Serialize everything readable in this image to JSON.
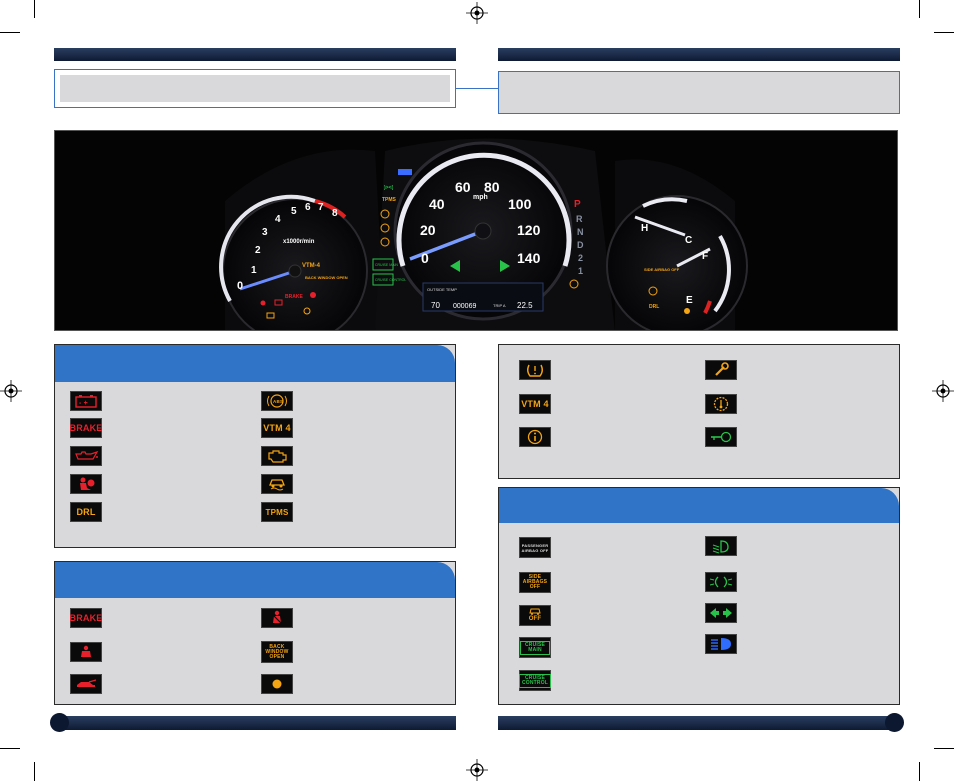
{
  "dashboard": {
    "speedometer": {
      "ticks": [
        "0",
        "20",
        "40",
        "60",
        "80",
        "100",
        "120",
        "140"
      ],
      "unit": "mph"
    },
    "tachometer": {
      "ticks": [
        "0",
        "1",
        "2",
        "3",
        "4",
        "5",
        "6",
        "7",
        "8"
      ],
      "unit": "x1000r/min"
    },
    "temp_gauge": {
      "high": "H",
      "low": "C"
    },
    "fuel_gauge": {
      "full": "F",
      "empty": "E"
    },
    "gear_letters": [
      "P",
      "R",
      "N",
      "D",
      "2",
      "1"
    ],
    "lcd": {
      "outside_temp_label": "OUTSIDE TEMP",
      "temp": "70",
      "odometer": "000069",
      "trip_label": "TRIP A",
      "trip": "22.5"
    },
    "left_labels": {
      "vtm": "VTM-4",
      "back_window": "BACK WINDOW OPEN",
      "brake": "BRAKE"
    },
    "mid_labels": {
      "tpms": "TPMS",
      "cruise_main": "CRUISE MAIN",
      "cruise_control": "CRUISE CONTROL"
    },
    "right_labels": {
      "side_airbag_off": "SIDE AIRBAG OFF",
      "drl": "DRL"
    }
  },
  "panel_left_top": {
    "indicators": [
      {
        "icon": "battery-icon",
        "label": ""
      },
      {
        "icon": "abs-icon",
        "label": ""
      },
      {
        "icon": "brake-icon",
        "label": "BRAKE"
      },
      {
        "icon": "vtm4-icon",
        "label": "VTM 4"
      },
      {
        "icon": "oil-can-icon",
        "label": ""
      },
      {
        "icon": "check-engine-icon",
        "label": ""
      },
      {
        "icon": "airbag-icon",
        "label": ""
      },
      {
        "icon": "vsa-icon",
        "label": ""
      },
      {
        "icon": "drl-icon",
        "label": "DRL"
      },
      {
        "icon": "tpms-icon",
        "label": "TPMS"
      }
    ]
  },
  "panel_left_bottom": {
    "indicators": [
      {
        "icon": "brake-icon",
        "label": "BRAKE"
      },
      {
        "icon": "seatbelt-icon",
        "label": ""
      },
      {
        "icon": "door-open-icon",
        "label": ""
      },
      {
        "icon": "back-window-icon",
        "label": "BACK WINDOW OPEN"
      },
      {
        "icon": "tailgate-open-icon",
        "label": ""
      },
      {
        "icon": "low-fuel-dot-icon",
        "label": ""
      }
    ]
  },
  "panel_right_top": {
    "indicators": [
      {
        "icon": "tire-pressure-icon",
        "label": ""
      },
      {
        "icon": "wrench-icon",
        "label": ""
      },
      {
        "icon": "vtm4-icon",
        "label": "VTM 4"
      },
      {
        "icon": "transmission-temp-icon",
        "label": ""
      },
      {
        "icon": "info-icon",
        "label": ""
      },
      {
        "icon": "immobilizer-icon",
        "label": ""
      }
    ]
  },
  "panel_right_bottom": {
    "indicators": [
      {
        "icon": "passenger-airbag-off-icon",
        "label": "PASSENGER AIRBAG OFF"
      },
      {
        "icon": "headlight-aim-icon",
        "label": ""
      },
      {
        "icon": "side-airbag-off-icon",
        "label": "SIDE AIRBAGS OFF"
      },
      {
        "icon": "parking-lights-icon",
        "label": ""
      },
      {
        "icon": "vsa-off-icon",
        "label": "OFF"
      },
      {
        "icon": "turn-signals-icon",
        "label": ""
      },
      {
        "icon": "cruise-main-icon",
        "label": "CRUISE MAIN"
      },
      {
        "icon": "high-beam-icon",
        "label": ""
      },
      {
        "icon": "cruise-control-icon",
        "label": "CRUISE CONTROL"
      }
    ]
  },
  "colors": {
    "header_blue": "#2f74c6",
    "panel_gray": "#d9d9dc",
    "bar_navy": "#0e1a33",
    "warn_red": "#e8202c",
    "warn_amber": "#f5a412",
    "indicator_green": "#28c24a"
  }
}
